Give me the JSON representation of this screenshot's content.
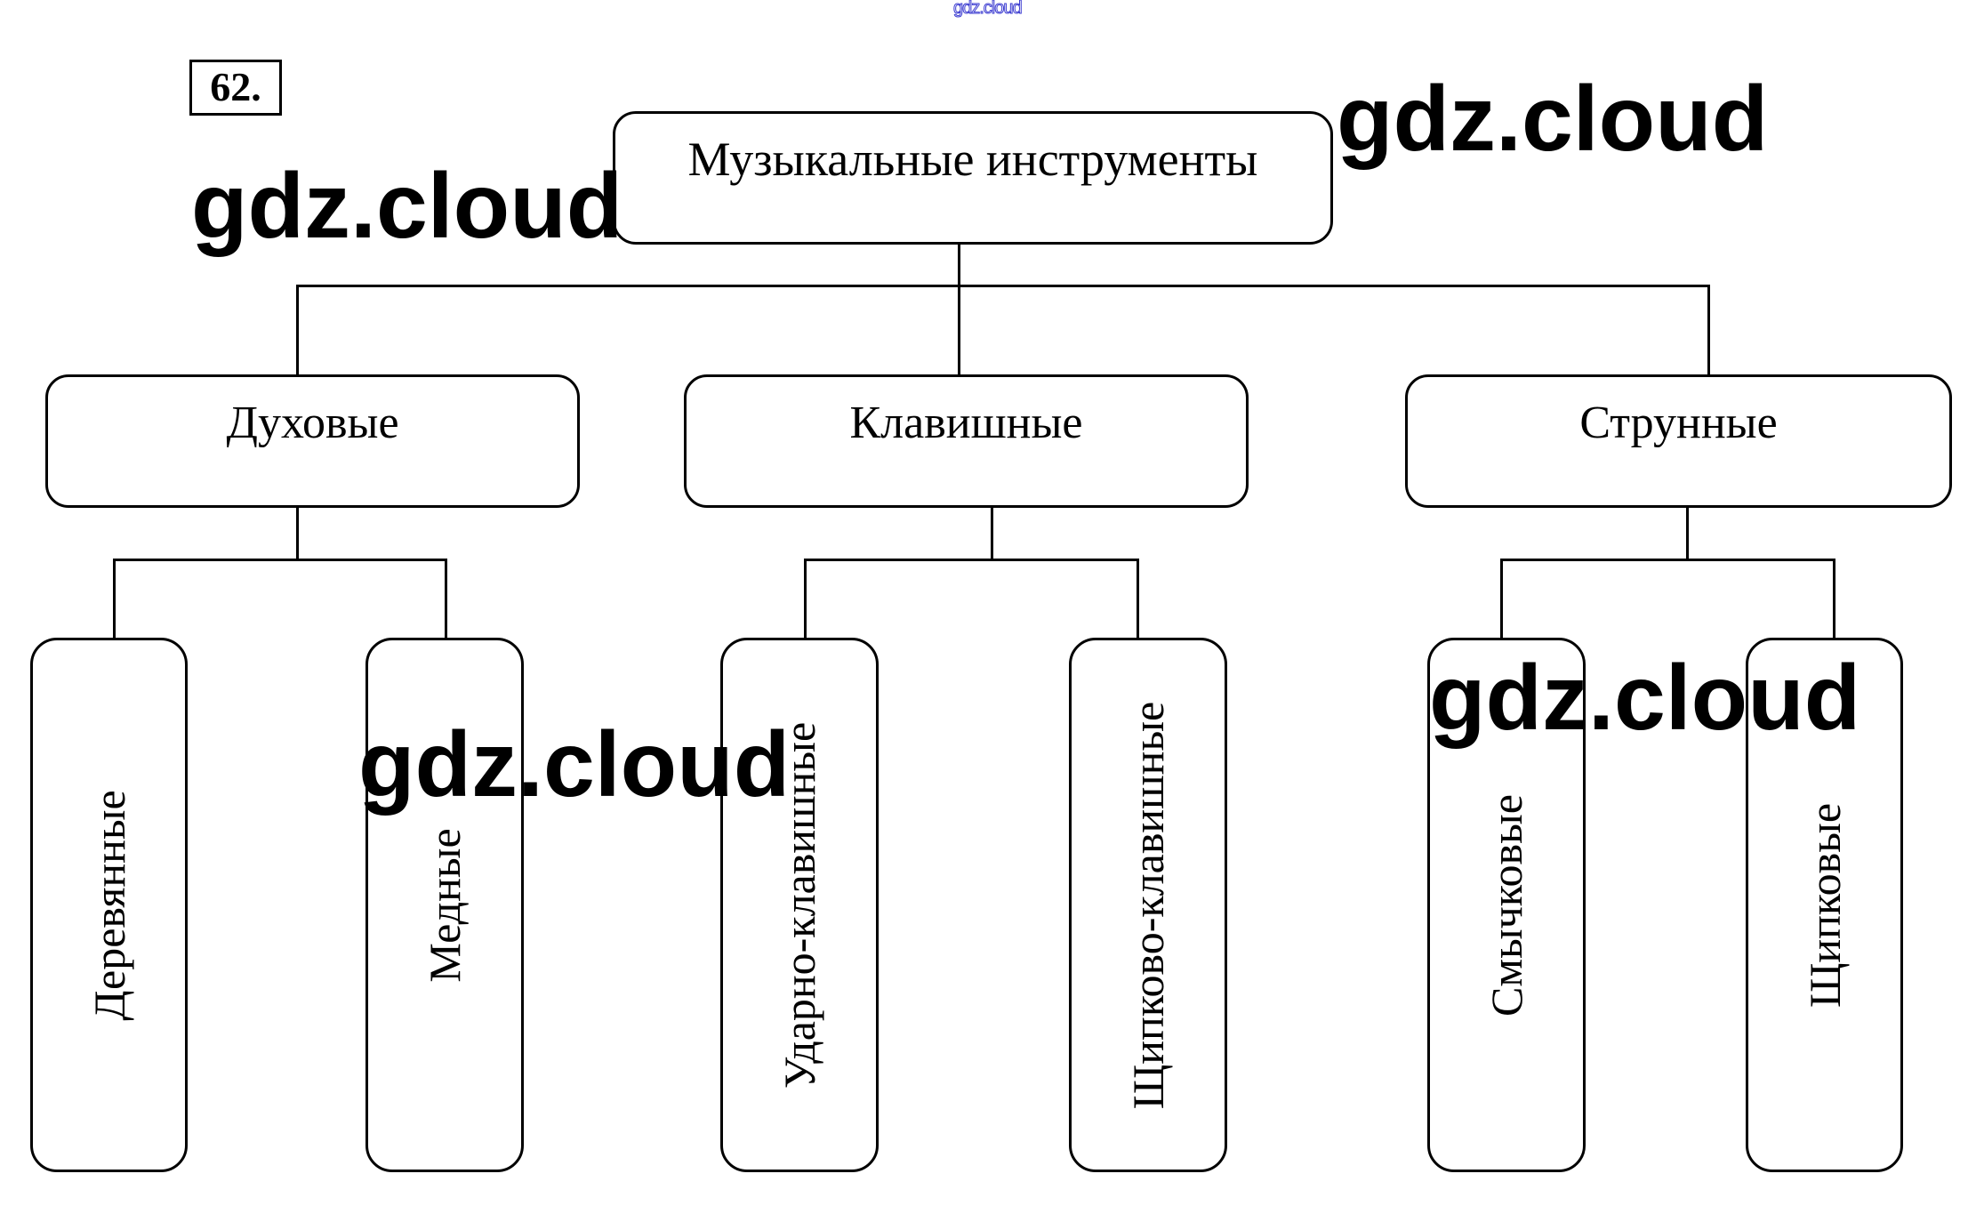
{
  "exercise_number": "62.",
  "watermark": {
    "text": "gdz.cloud",
    "small_text": "gdz.cloud",
    "small_color": "#3a3ad0"
  },
  "tree": {
    "root": "Музыкальные инструменты",
    "groups": [
      {
        "label": "Духовые",
        "children": [
          "Деревянные",
          "Медные"
        ]
      },
      {
        "label": "Клавишные",
        "children": [
          "Ударно-клавишные",
          "Щипково-клавишные"
        ]
      },
      {
        "label": "Струнные",
        "children": [
          "Смычковые",
          "Щипковые"
        ]
      }
    ]
  }
}
